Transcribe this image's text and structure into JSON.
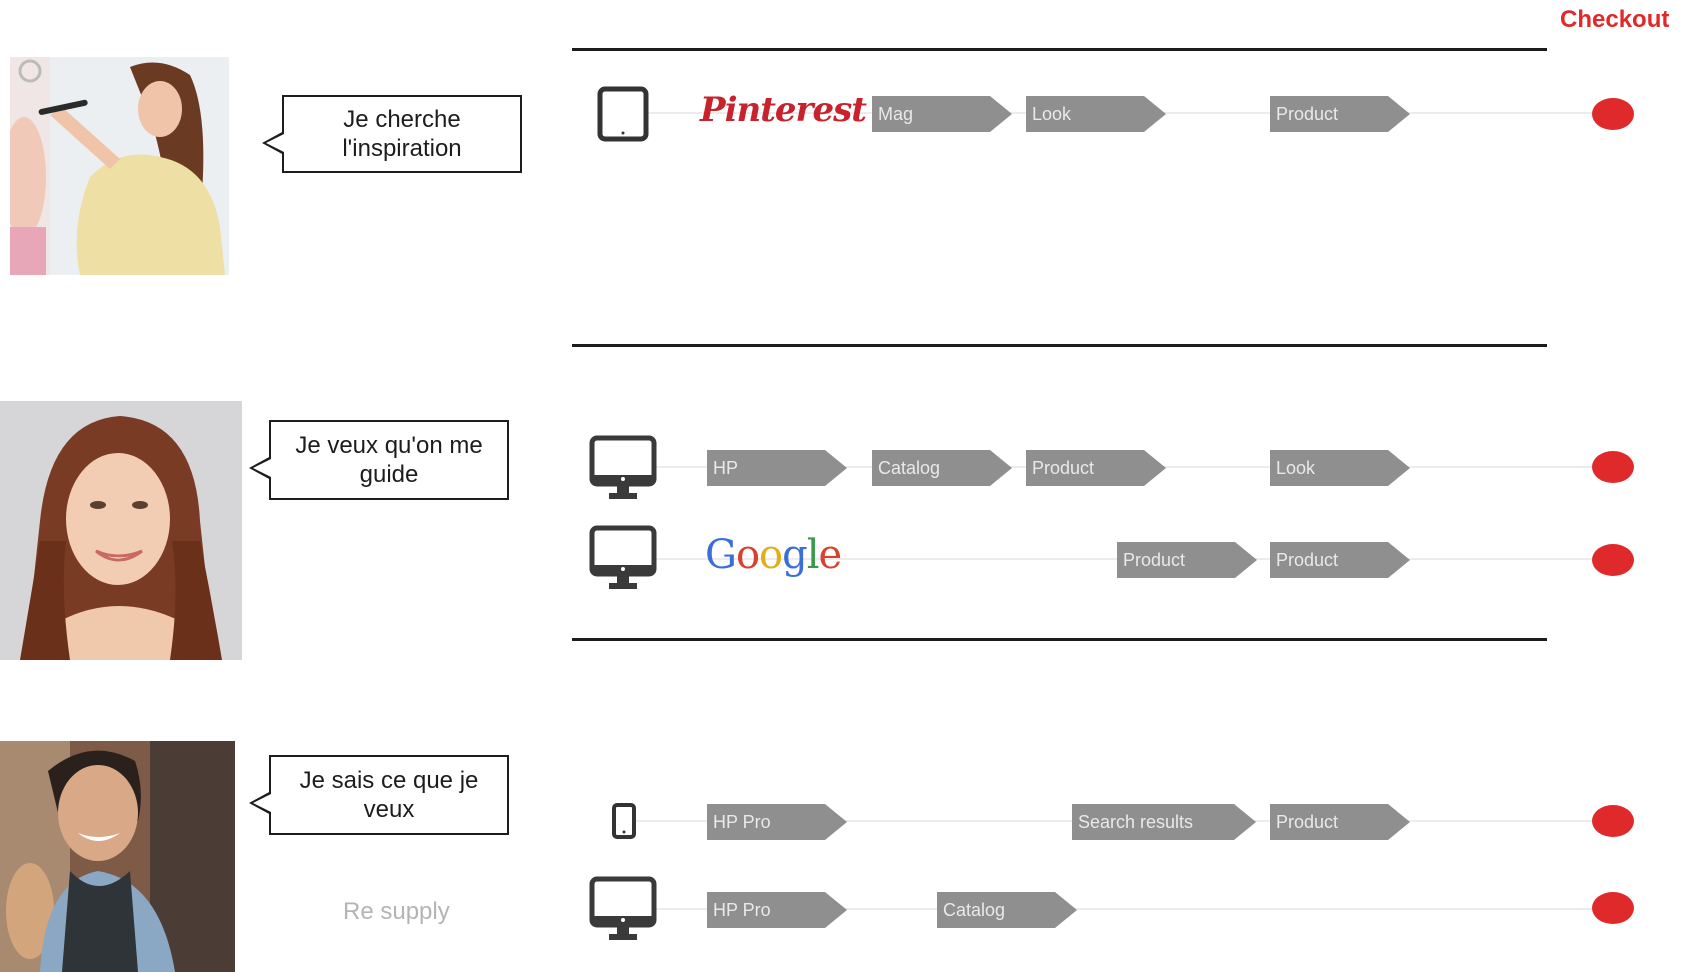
{
  "checkout_label": "Checkout",
  "personas": [
    {
      "bubble": "Je cherche l'inspiration"
    },
    {
      "bubble": "Je veux qu'on me guide"
    },
    {
      "bubble": "Je sais ce que je veux",
      "note": "Re supply"
    }
  ],
  "journeys": [
    {
      "device": "tablet-icon",
      "source": "Pinterest",
      "steps": [
        "Mag",
        "Look",
        "Product"
      ]
    },
    {
      "device": "desktop-icon",
      "source": "",
      "steps": [
        "HP",
        "Catalog",
        "Product",
        "Look"
      ]
    },
    {
      "device": "desktop-icon",
      "source": "Google",
      "steps": [
        "Product",
        "Product"
      ]
    },
    {
      "device": "mobile-icon",
      "source": "",
      "steps": [
        "HP Pro",
        "Search results",
        "Product"
      ]
    },
    {
      "device": "desktop-icon",
      "source": "",
      "steps": [
        "HP Pro",
        "Catalog"
      ]
    }
  ],
  "colors": {
    "accent": "#e0292a",
    "step_fill": "#8f8f8f",
    "divider": "#1c1c1c"
  }
}
